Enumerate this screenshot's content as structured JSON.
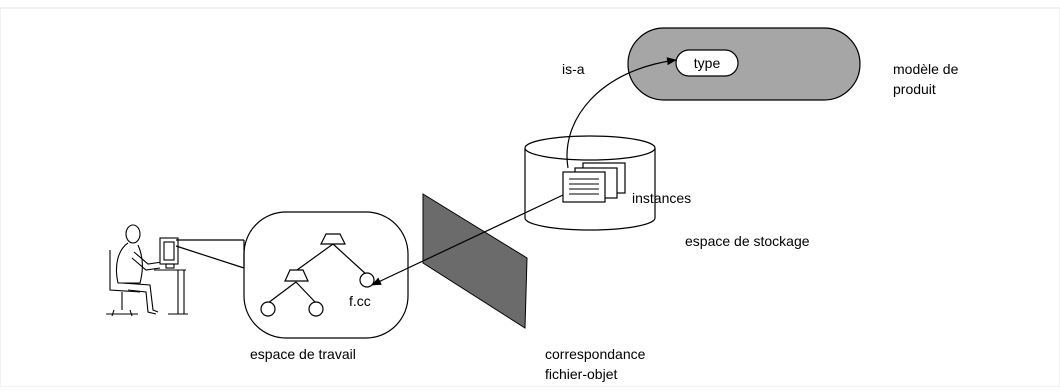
{
  "labels": {
    "product_model": [
      "modèle de",
      "produit"
    ],
    "type": "type",
    "is_a": "is-a",
    "instances": "instances",
    "storage_space": "espace de stockage",
    "workspace": "espace de travail",
    "file": "f.cc",
    "mapping": [
      "correspondance",
      "fichier-objet"
    ]
  },
  "colors": {
    "background": "#ffffff",
    "stroke": "#000000",
    "model_fill": "#a6a6a6",
    "screen_fill": "#6b6b6b"
  },
  "icons": [
    "user-at-computer-icon",
    "document-stack-icon"
  ]
}
